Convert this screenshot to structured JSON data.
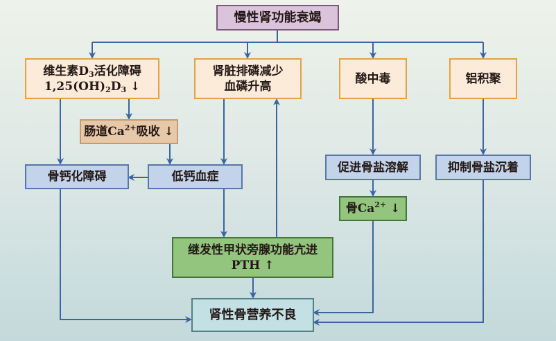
{
  "diagram": {
    "colors": {
      "arrow": "#3a64a2",
      "cause": "#dcc3dc",
      "primary": "#fcebd9",
      "intermediate": "#e7c8a8",
      "mechanism": "#c3d3ea",
      "key": "#94c57e",
      "outcome": "#c3e0e4"
    },
    "nodes": {
      "root": "慢性肾功能衰竭",
      "vitd": {
        "line1_pre": "维生素D",
        "line1_sub": "3",
        "line1_post": "活化障碍",
        "line2_pre": "1,25(OH)",
        "line2_sub1": "2",
        "line2_mid": "D",
        "line2_sub2": "3",
        "line2_post": " ↓"
      },
      "phosphate": {
        "line1": "肾脏排磷减少",
        "line2": "血磷升高"
      },
      "acidosis": "酸中毒",
      "aluminum": "铝积聚",
      "intestinal_ca": {
        "pre": "肠道Ca",
        "sup": "2+",
        "post": "吸收 ↓"
      },
      "calcification": "骨钙化障碍",
      "hypocalcemia": "低钙血症",
      "bone_dissolve": "促进骨盐溶解",
      "bone_deposit": "抑制骨盐沉着",
      "bone_ca": {
        "pre": "骨Ca",
        "sup": "2+",
        "post": " ↓"
      },
      "hyperpara": {
        "line1": "继发性甲状旁腺功能亢进",
        "line2": "PTH ↑"
      },
      "outcome": "肾性骨营养不良"
    }
  }
}
